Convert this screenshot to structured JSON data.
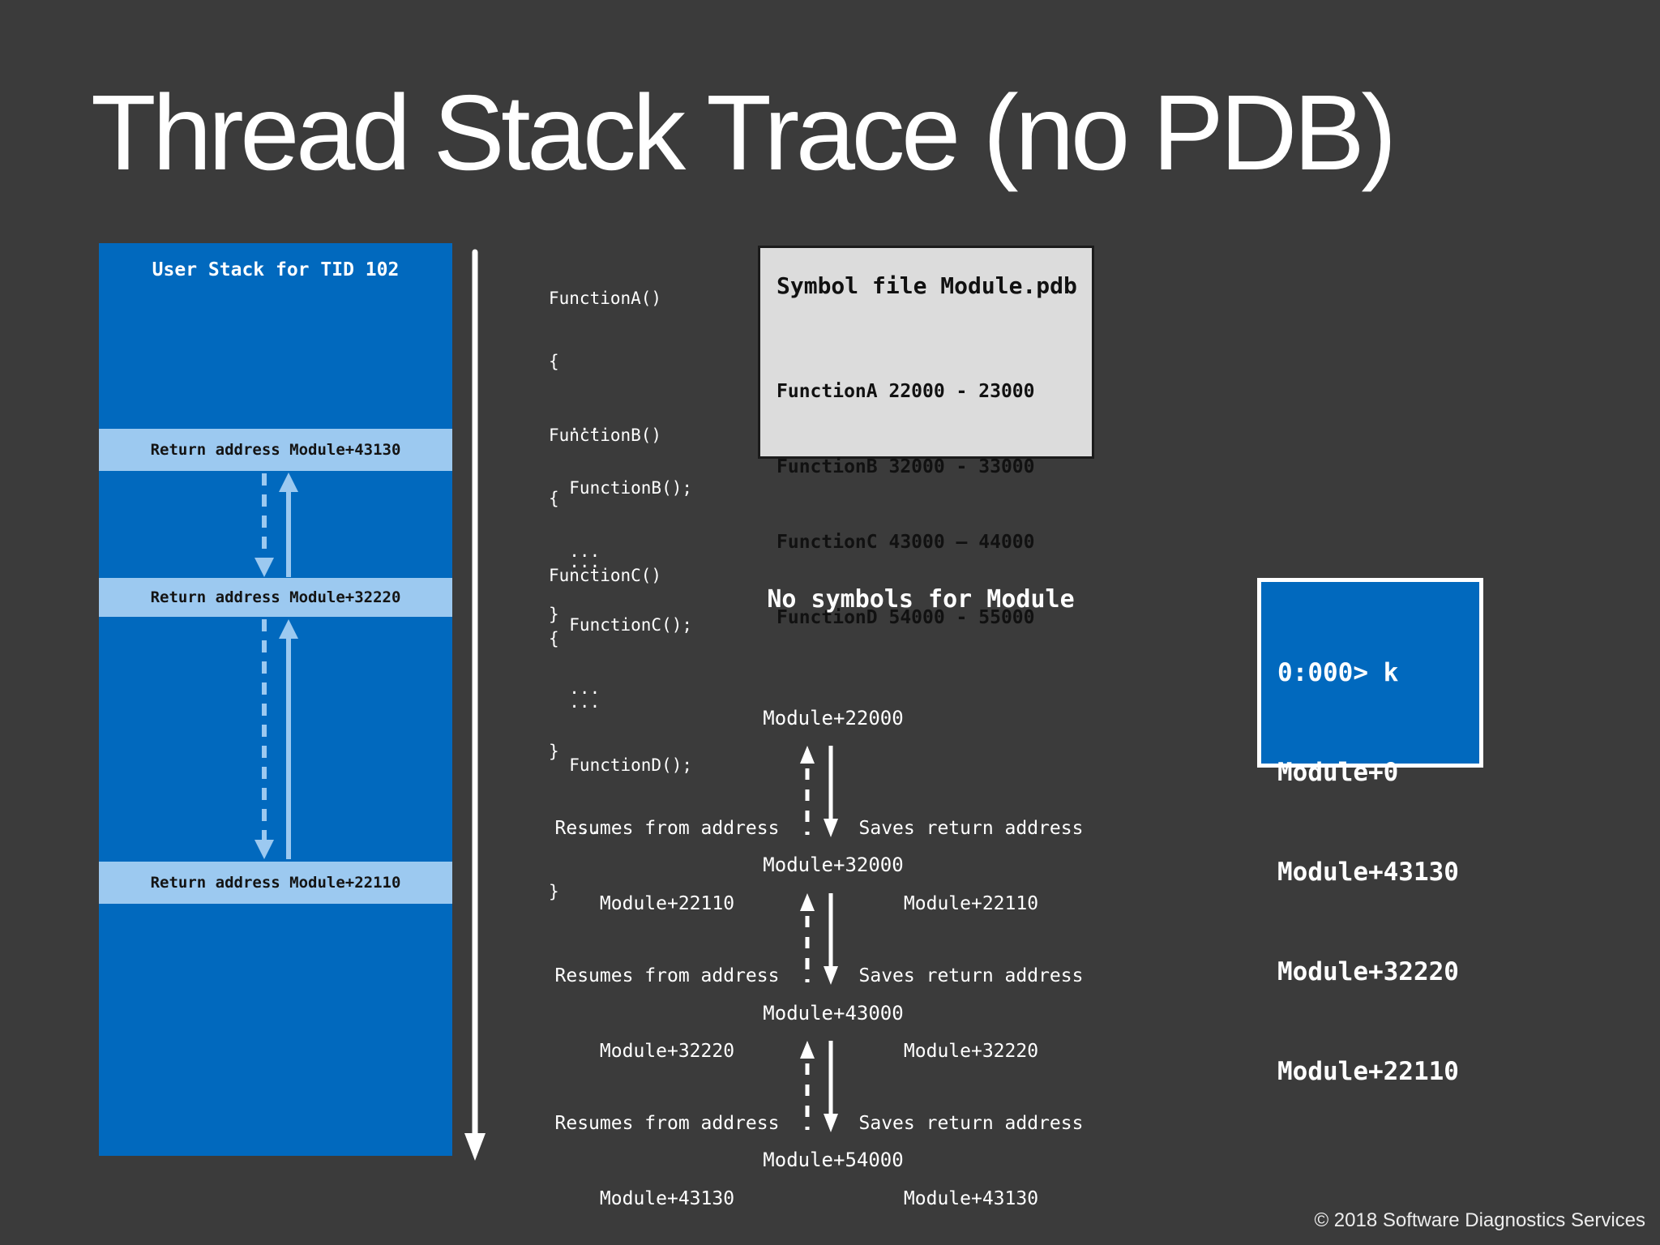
{
  "slide": {
    "title": "Thread Stack Trace (no PDB)",
    "copyright": "© 2018 Software Diagnostics Services"
  },
  "colors": {
    "background": "#3B3B3B",
    "blue": "#0169BE",
    "light_blue": "#9CC9F0",
    "box_gray": "#DCDCDC",
    "white_text": "#FFFFFF",
    "dark_text": "#141414"
  },
  "stack_box": {
    "header": "User Stack for TID 102",
    "rows": [
      "Return address Module+43130",
      "Return address Module+32220",
      "Return address Module+22110"
    ]
  },
  "code_blocks": [
    {
      "lines": [
        "FunctionA()",
        "{",
        "  ...",
        "  FunctionB();",
        "  ...",
        "}"
      ]
    },
    {
      "lines": [
        "FunctionB()",
        "{",
        "  ...",
        "  FunctionC();",
        "  ...",
        "}"
      ]
    },
    {
      "lines": [
        "FunctionC()",
        "{",
        "  ...",
        "  FunctionD();",
        "  ...",
        "}"
      ]
    }
  ],
  "symbol_box": {
    "title": "Symbol file Module.pdb",
    "entries": [
      "FunctionA 22000 - 23000",
      "FunctionB 32000 - 33000",
      "FunctionC 43000 – 44000",
      "FunctionD 54000 - 55000"
    ]
  },
  "no_symbols_label": "No symbols for Module",
  "flow": {
    "nodes": [
      "Module+22000",
      "Module+32000",
      "Module+43000",
      "Module+54000"
    ],
    "transitions": [
      {
        "left": [
          "Resumes from address",
          "Module+22110"
        ],
        "right": [
          "Saves return address",
          "Module+22110"
        ]
      },
      {
        "left": [
          "Resumes from address",
          "Module+32220"
        ],
        "right": [
          "Saves return address",
          "Module+32220"
        ]
      },
      {
        "left": [
          "Resumes from address",
          "Module+43130"
        ],
        "right": [
          "Saves return address",
          "Module+43130"
        ]
      }
    ]
  },
  "console_box": {
    "lines": [
      "0:000> k",
      "Module+0",
      "Module+43130",
      "Module+32220",
      "Module+22110"
    ]
  }
}
